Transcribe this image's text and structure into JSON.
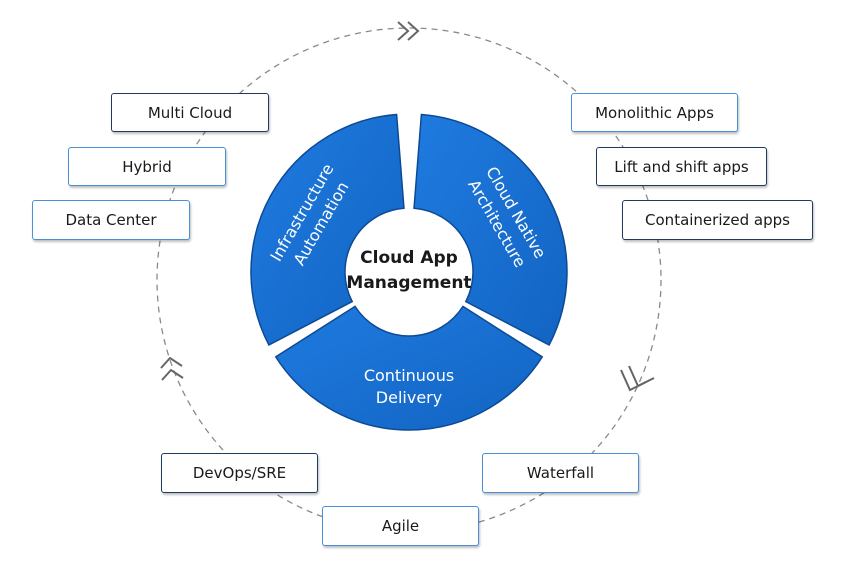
{
  "center": {
    "line1": "Cloud App",
    "line2": "Management"
  },
  "segments": [
    {
      "id": "infrastructure-automation",
      "line1": "Infrastructure",
      "line2": "Automation"
    },
    {
      "id": "cloud-native-architecture",
      "line1": "Cloud Native",
      "line2": "Architecture"
    },
    {
      "id": "continuous-delivery",
      "line1": "Continuous",
      "line2": "Delivery"
    }
  ],
  "left_boxes": [
    "Multi Cloud",
    "Hybrid",
    "Data Center"
  ],
  "right_boxes": [
    "Monolithic Apps",
    "Lift and shift apps",
    "Containerized apps"
  ],
  "bottom_boxes": [
    "DevOps/SRE",
    "Agile",
    "Waterfall"
  ],
  "colors": {
    "segment": "#1a73d1",
    "segment_dark": "#0f4f9c",
    "box_border": "#4a90d9",
    "box_border_dark": "#1e3a5f",
    "ring": "#888888"
  },
  "icons": {
    "top": "double-chevron-right-icon",
    "left": "double-chevron-up-icon",
    "right": "double-chevron-down-icon"
  }
}
